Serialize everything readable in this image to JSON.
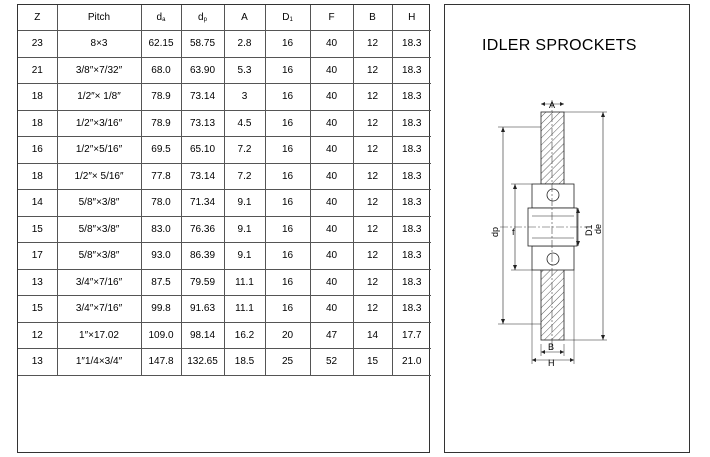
{
  "table": {
    "headers": {
      "z": "Z",
      "pitch": "Pitch",
      "d_main": "d",
      "d_sub": "a",
      "dp_main": "d",
      "dp_sub": "p",
      "a": "A",
      "d1_main": "D",
      "d1_sub": "1",
      "f": "F",
      "b": "B",
      "h": "H"
    },
    "rows": [
      {
        "z": "23",
        "pitch": "8×3",
        "da": "62.15",
        "dp": "58.75",
        "a": "2.8",
        "d1": "16",
        "f": "40",
        "b": "12",
        "h": "18.3"
      },
      {
        "z": "21",
        "pitch": "3/8″×7/32″",
        "da": "68.0",
        "dp": "63.90",
        "a": "5.3",
        "d1": "16",
        "f": "40",
        "b": "12",
        "h": "18.3"
      },
      {
        "z": "18",
        "pitch": "1/2″× 1/8″",
        "da": "78.9",
        "dp": "73.14",
        "a": "3",
        "d1": "16",
        "f": "40",
        "b": "12",
        "h": "18.3"
      },
      {
        "z": "18",
        "pitch": "1/2″×3/16″",
        "da": "78.9",
        "dp": "73.13",
        "a": "4.5",
        "d1": "16",
        "f": "40",
        "b": "12",
        "h": "18.3"
      },
      {
        "z": "16",
        "pitch": "1/2″×5/16″",
        "da": "69.5",
        "dp": "65.10",
        "a": "7.2",
        "d1": "16",
        "f": "40",
        "b": "12",
        "h": "18.3"
      },
      {
        "z": "18",
        "pitch": "1/2″× 5/16″",
        "da": "77.8",
        "dp": "73.14",
        "a": "7.2",
        "d1": "16",
        "f": "40",
        "b": "12",
        "h": "18.3"
      },
      {
        "z": "14",
        "pitch": "5/8″×3/8″",
        "da": "78.0",
        "dp": "71.34",
        "a": "9.1",
        "d1": "16",
        "f": "40",
        "b": "12",
        "h": "18.3"
      },
      {
        "z": "15",
        "pitch": "5/8″×3/8″",
        "da": "83.0",
        "dp": "76.36",
        "a": "9.1",
        "d1": "16",
        "f": "40",
        "b": "12",
        "h": "18.3"
      },
      {
        "z": "17",
        "pitch": "5/8″×3/8″",
        "da": "93.0",
        "dp": "86.39",
        "a": "9.1",
        "d1": "16",
        "f": "40",
        "b": "12",
        "h": "18.3"
      },
      {
        "z": "13",
        "pitch": "3/4″×7/16″",
        "da": "87.5",
        "dp": "79.59",
        "a": "11.1",
        "d1": "16",
        "f": "40",
        "b": "12",
        "h": "18.3"
      },
      {
        "z": "15",
        "pitch": "3/4″×7/16″",
        "da": "99.8",
        "dp": "91.63",
        "a": "11.1",
        "d1": "16",
        "f": "40",
        "b": "12",
        "h": "18.3"
      },
      {
        "z": "12",
        "pitch": "1″×17.02",
        "da": "109.0",
        "dp": "98.14",
        "a": "16.2",
        "d1": "20",
        "f": "47",
        "b": "14",
        "h": "17.7"
      },
      {
        "z": "13",
        "pitch": "1″1/4×3/4″",
        "da": "147.8",
        "dp": "132.65",
        "a": "18.5",
        "d1": "25",
        "f": "52",
        "b": "15",
        "h": "21.0"
      }
    ]
  },
  "drawing": {
    "title": "IDLER SPROCKETS",
    "labels": {
      "a": "A",
      "dp": "dp",
      "f": "f",
      "d1": "D1",
      "de": "de",
      "b": "B",
      "h": "H"
    }
  }
}
